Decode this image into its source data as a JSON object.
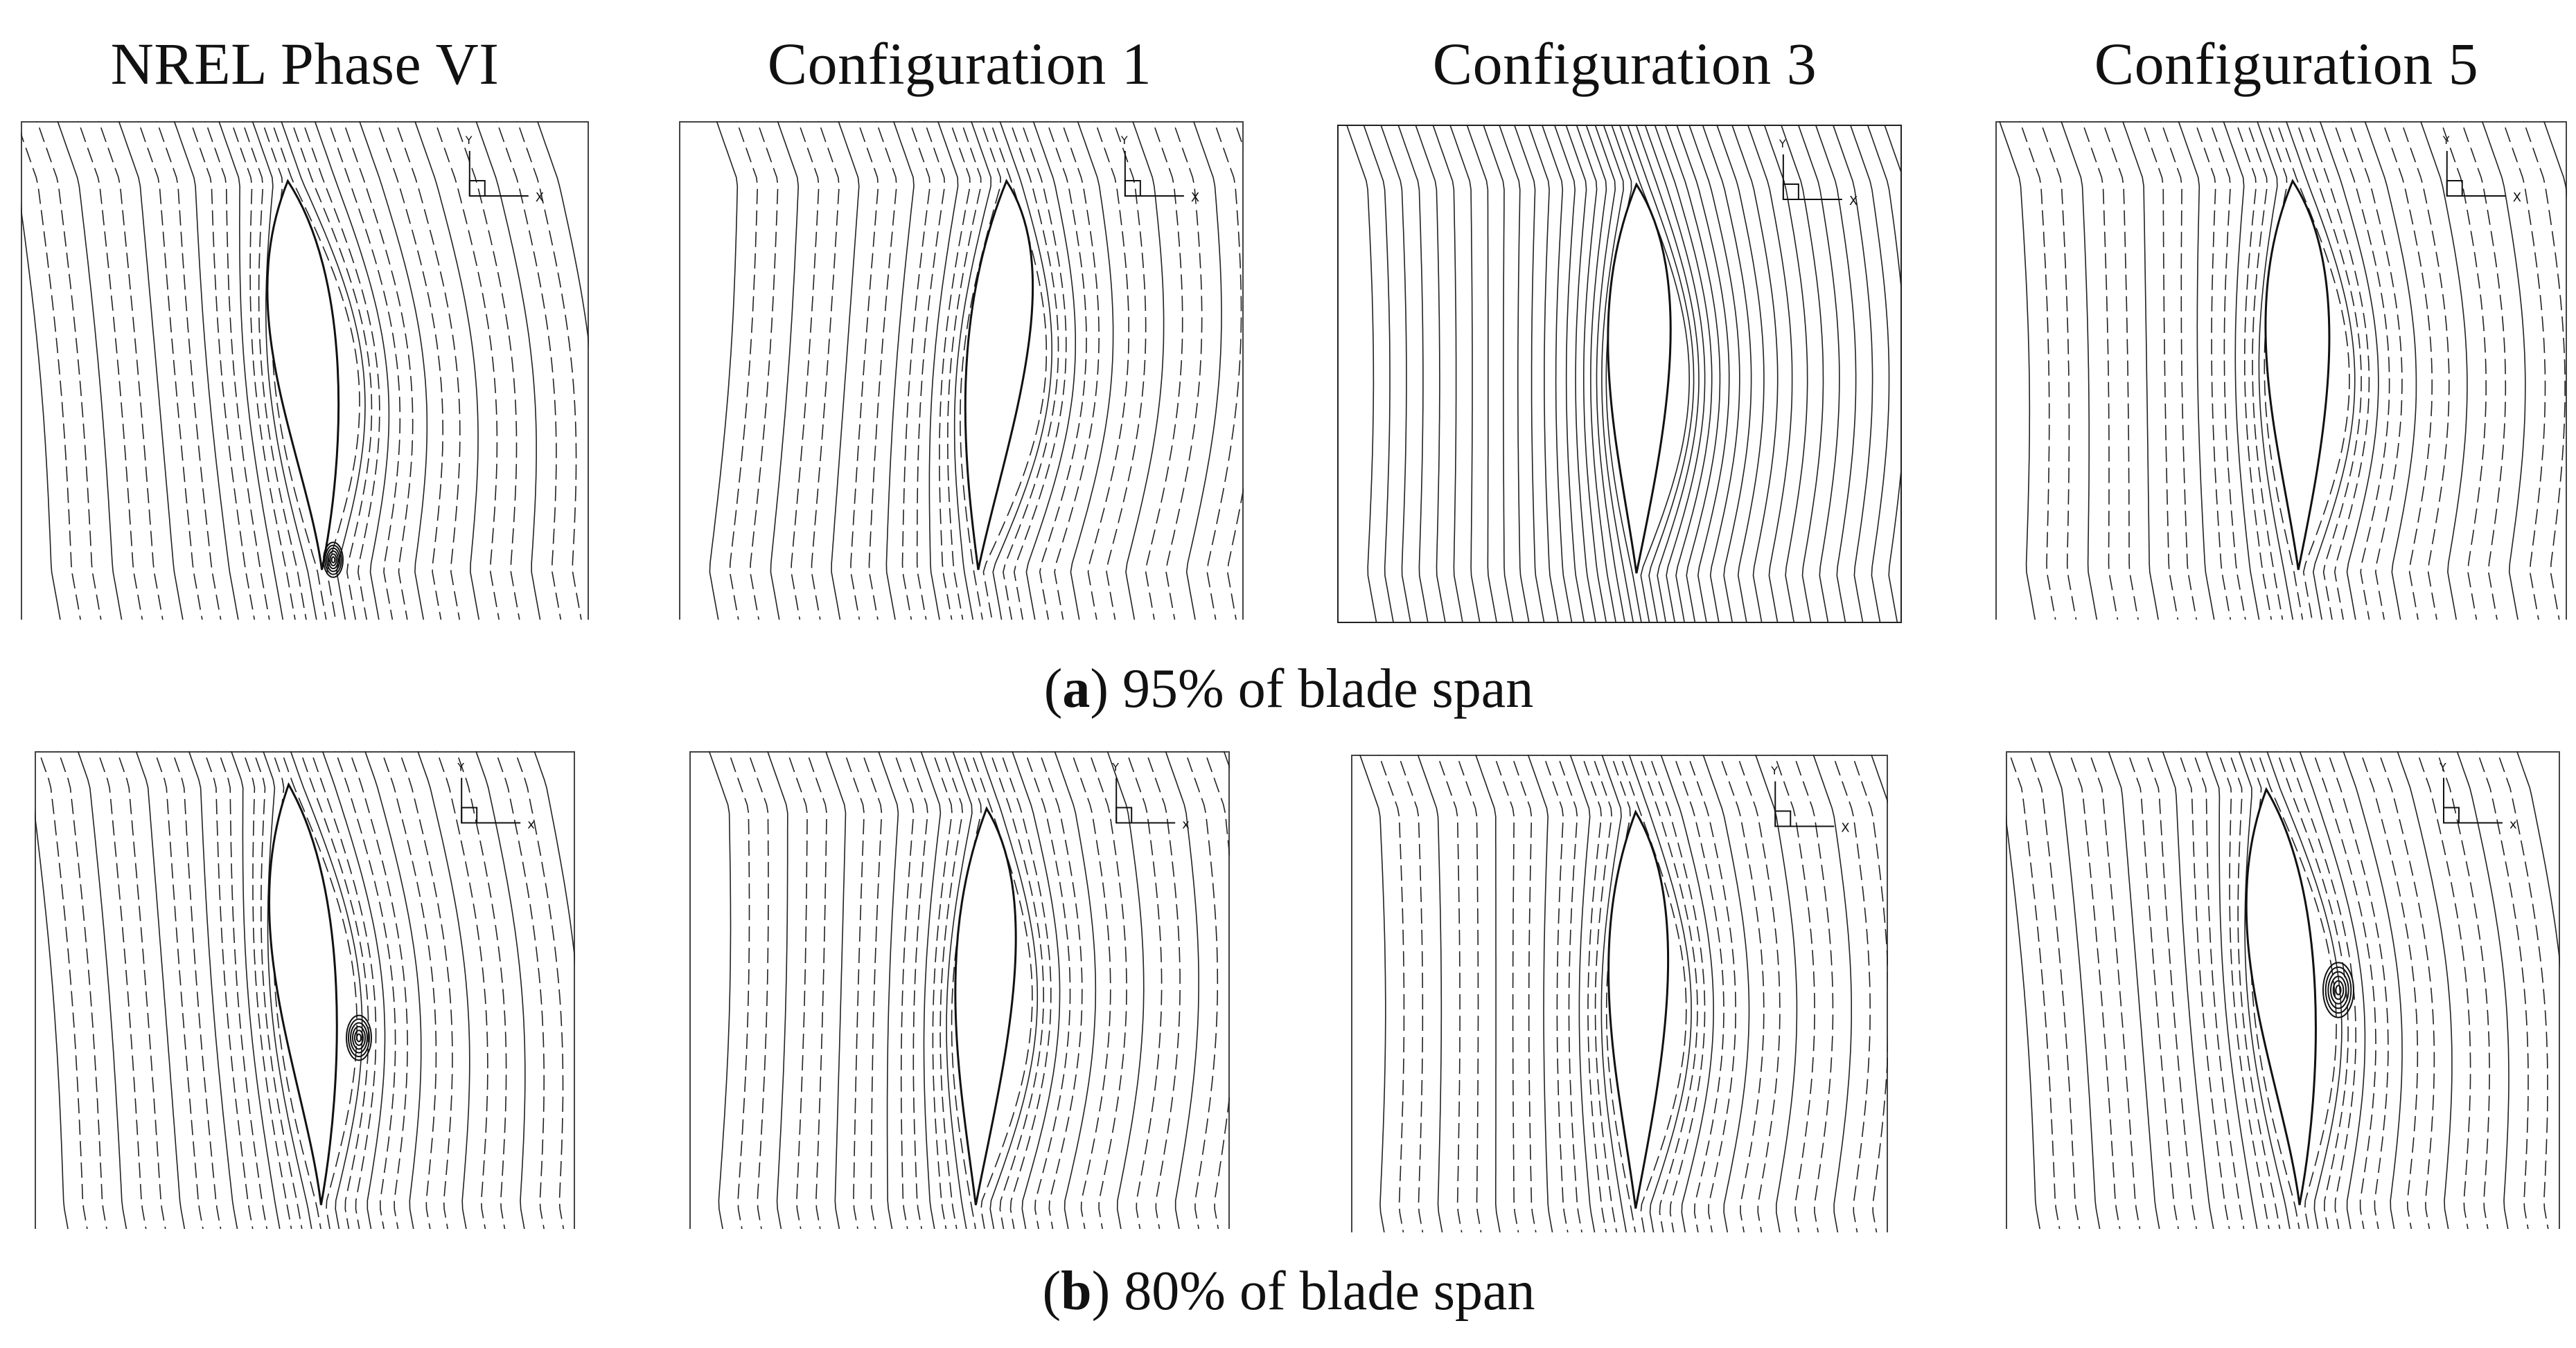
{
  "column_titles": [
    "NREL Phase VI",
    "Configuration 1",
    "Configuration 3",
    "Configuration 5"
  ],
  "rows": [
    {
      "caption_letter": "a",
      "caption_text": " 95% of blade span"
    },
    {
      "caption_letter": "b",
      "caption_text": " 80% of blade span"
    }
  ],
  "axis_labels": {
    "x": "X",
    "y": "Y",
    "x_lower": "x",
    "y_lower": "Y"
  }
}
